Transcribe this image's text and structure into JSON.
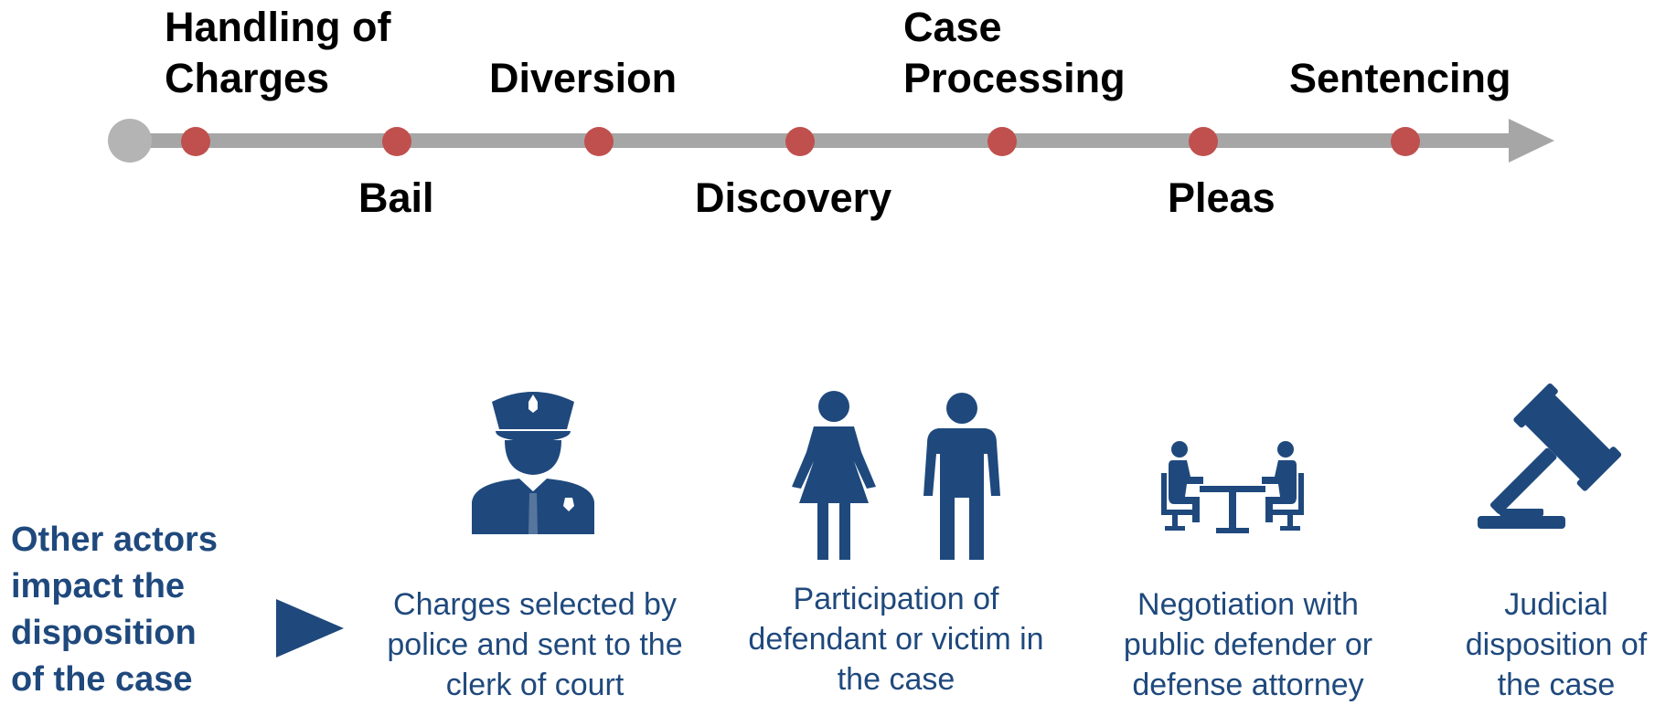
{
  "timeline": {
    "stages_above": [
      {
        "label": "Handling of\nCharges"
      },
      {
        "label": "Diversion"
      },
      {
        "label": "Case\nProcessing"
      },
      {
        "label": "Sentencing"
      }
    ],
    "stages_below": [
      {
        "label": "Bail"
      },
      {
        "label": "Discovery"
      },
      {
        "label": "Pleas"
      }
    ]
  },
  "actors": {
    "heading": "Other actors\nimpact the\ndisposition\nof the case",
    "items": [
      {
        "icon": "police-officer-icon",
        "text": "Charges selected by\npolice and sent to the\nclerk of court"
      },
      {
        "icon": "defendant-victim-icon",
        "text": "Participation of\ndefendant or victim in\nthe case"
      },
      {
        "icon": "negotiation-table-icon",
        "text": "Negotiation with\npublic defender or\ndefense attorney"
      },
      {
        "icon": "gavel-icon",
        "text": "Judicial\ndisposition of\nthe case"
      }
    ]
  },
  "colors": {
    "timeline_line": "#a6a6a6",
    "timeline_dot": "#c0504d",
    "accent": "#1f497d",
    "stage_text": "#000000"
  }
}
